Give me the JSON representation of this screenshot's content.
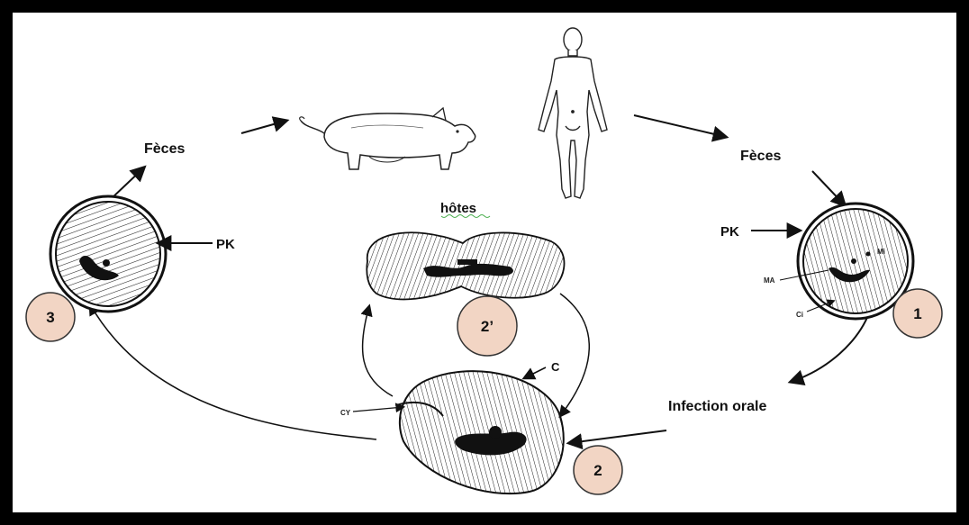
{
  "labels": {
    "feces_left": "Fèces",
    "feces_right": "Fèces",
    "hosts": "hôtes",
    "infection": "Infection orale",
    "pk_left": "PK",
    "pk_right": "PK",
    "c": "C",
    "cy": "CY",
    "ma": "MA",
    "mi": "Mi",
    "ci": "Ci"
  },
  "stages": {
    "s1": "1",
    "s2": "2",
    "s2p": "2’",
    "s3": "3"
  },
  "colors": {
    "stage_badge": "#f2d5c4",
    "ink": "#111111",
    "frame": "#000000"
  },
  "icons": {
    "pig": "pig-illustration",
    "human": "human-figure-illustration",
    "cyst": "cyst-illustration",
    "trophozoite": "trophozoite-illustration"
  }
}
